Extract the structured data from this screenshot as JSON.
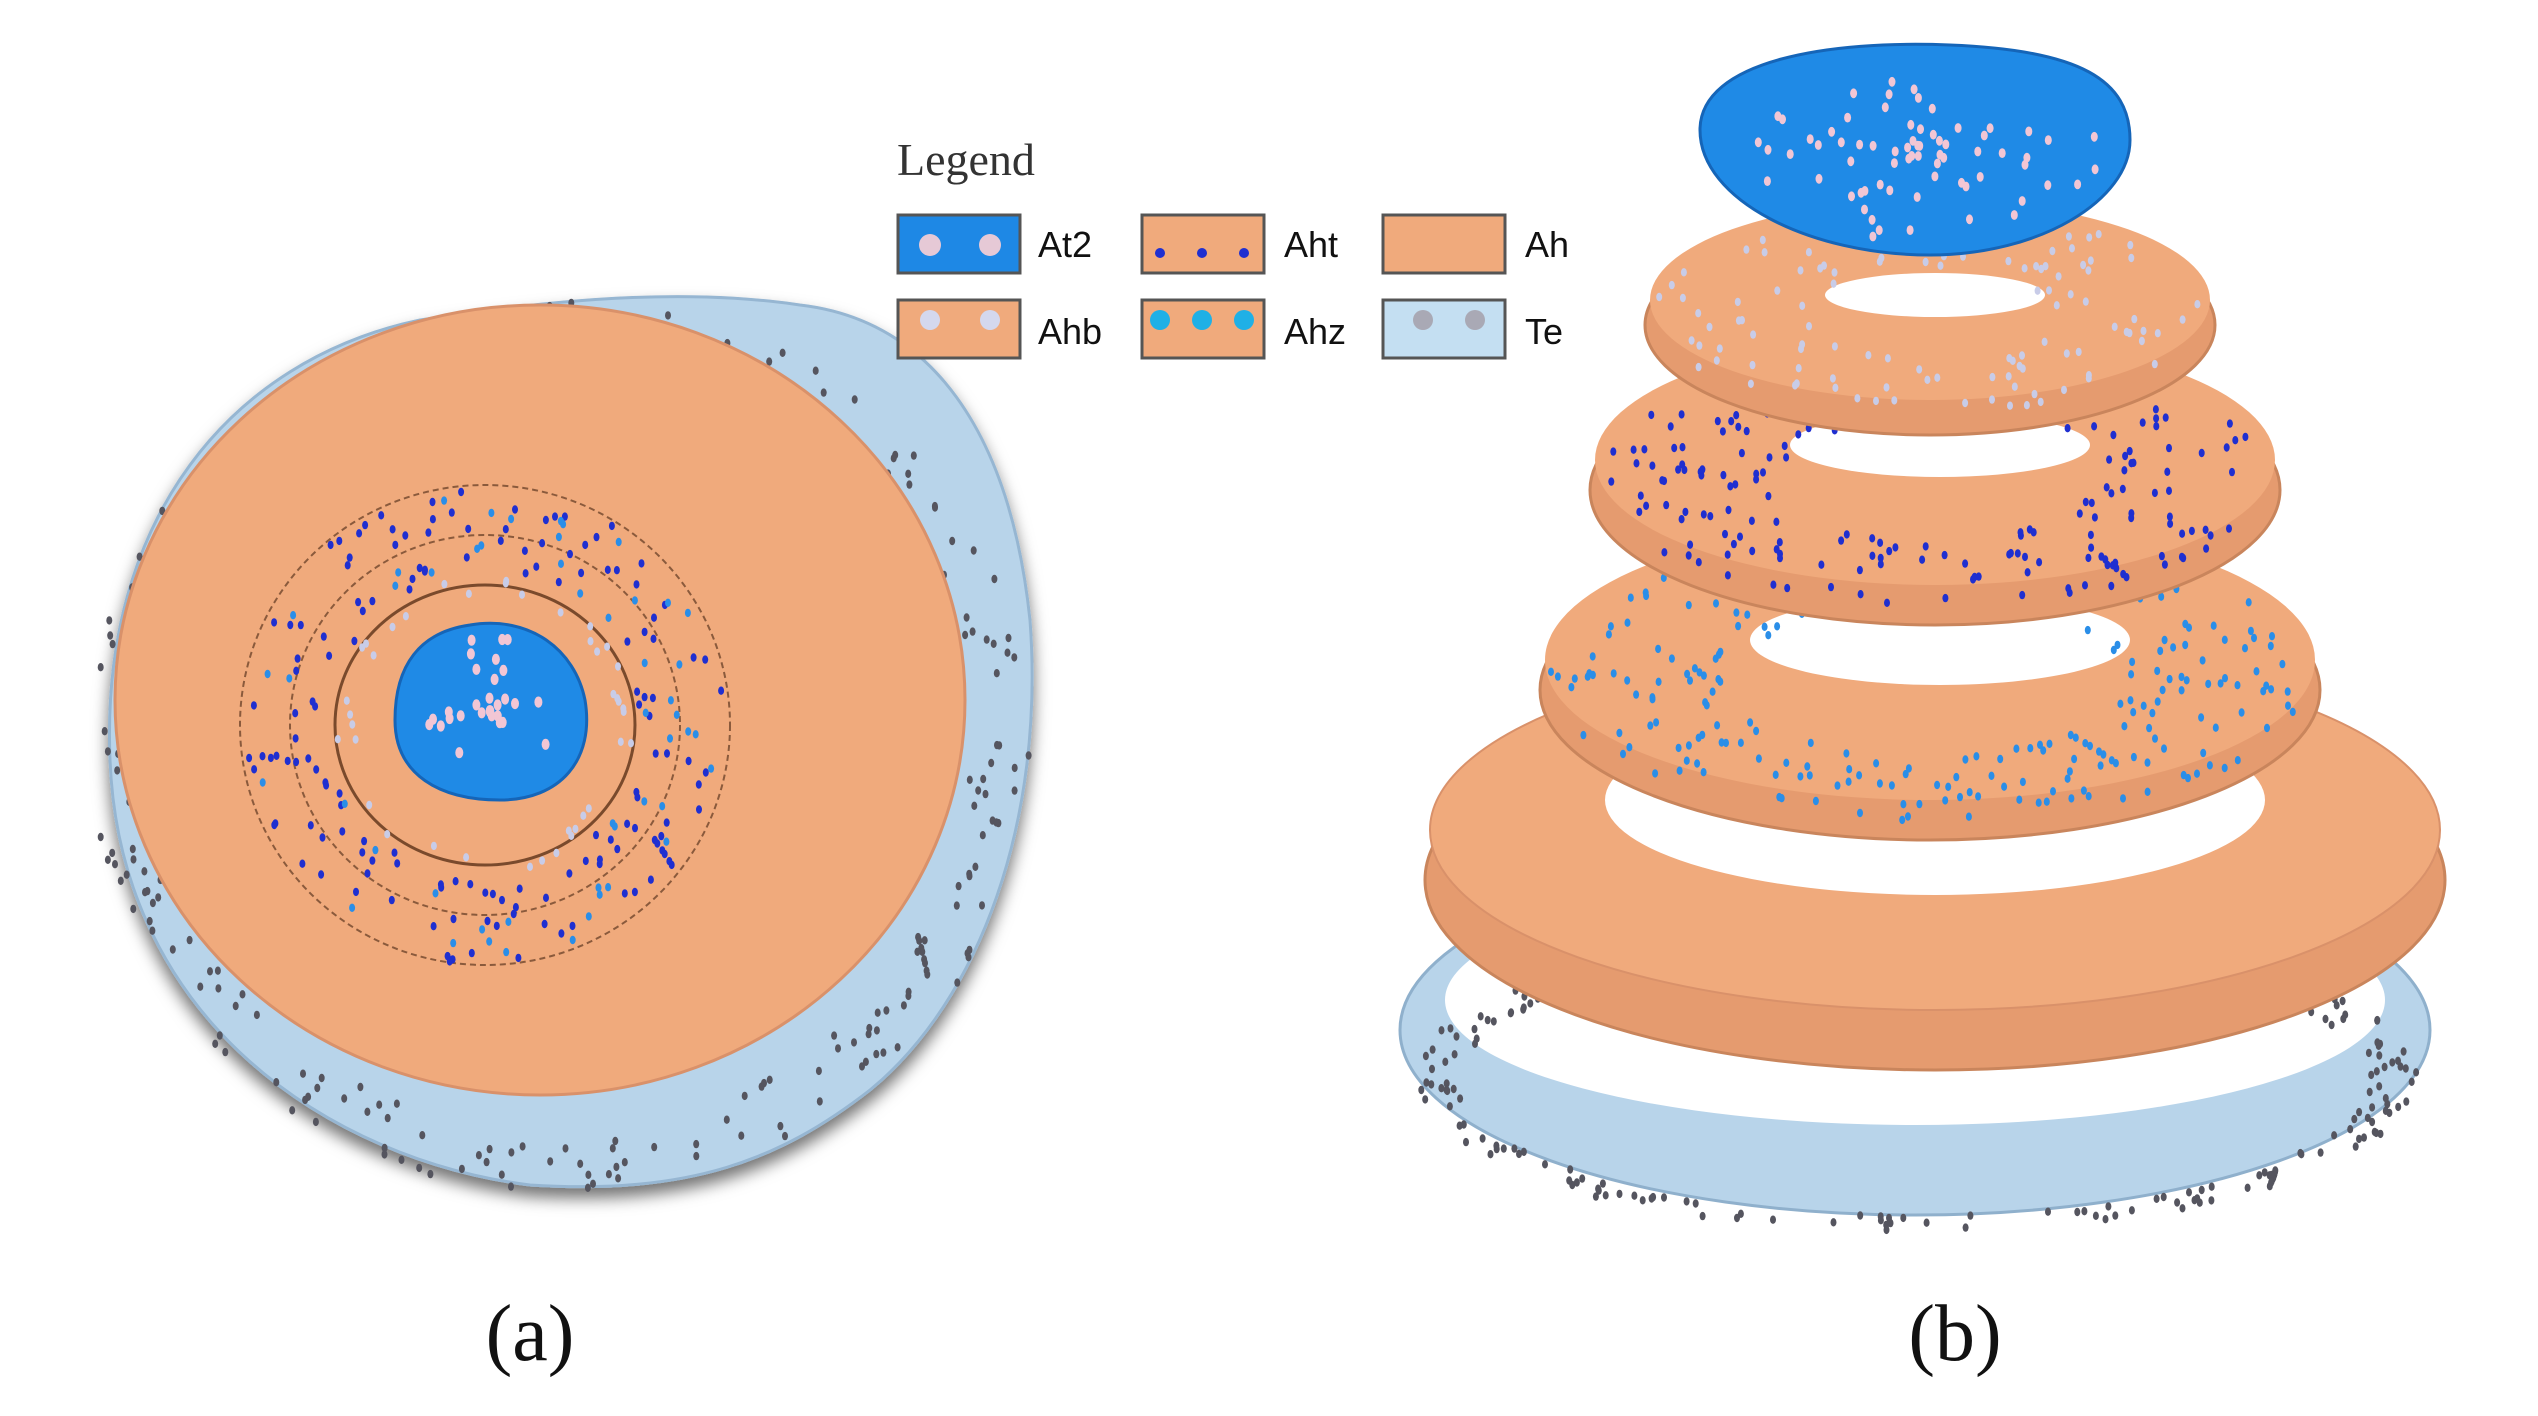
{
  "legend": {
    "title": "Legend",
    "items": [
      {
        "id": "At2",
        "label": "At2",
        "fill": "#1e88e5",
        "dot": "#e6c9d6",
        "dot_style": "large"
      },
      {
        "id": "Aht",
        "label": "Aht",
        "fill": "#f0aa7c",
        "dot": "#1f2fd0",
        "dot_style": "small"
      },
      {
        "id": "Ah",
        "label": "Ah",
        "fill": "#f0aa7c",
        "dot": "",
        "dot_style": "none"
      },
      {
        "id": "Ahb",
        "label": "Ahb",
        "fill": "#f0aa7c",
        "dot": "#d4d8ee",
        "dot_style": "large"
      },
      {
        "id": "Ahz",
        "label": "Ahz",
        "fill": "#f0aa7c",
        "dot": "#1fb0e6",
        "dot_style": "large"
      },
      {
        "id": "Te",
        "label": "Te",
        "fill": "#c4dff2",
        "dot": "#a9a9b5",
        "dot_style": "large"
      }
    ]
  },
  "panels": [
    {
      "id": "a",
      "caption": "(a)",
      "view": "top view"
    },
    {
      "id": "b",
      "caption": "(b)",
      "view": "exploded view"
    }
  ],
  "colors": {
    "te_ring": "#b8d4ea",
    "te_dots": "#55555f",
    "ah_body": "#f0aa7c",
    "ah_shadow": "#d9916a",
    "at2_core": "#1f8ae6",
    "at2_dots": "#f2c6d4",
    "aht_dots": "#1f2fd0",
    "ahz_dots": "#2a8ee8",
    "ahb_dots": "#c8cce8"
  }
}
